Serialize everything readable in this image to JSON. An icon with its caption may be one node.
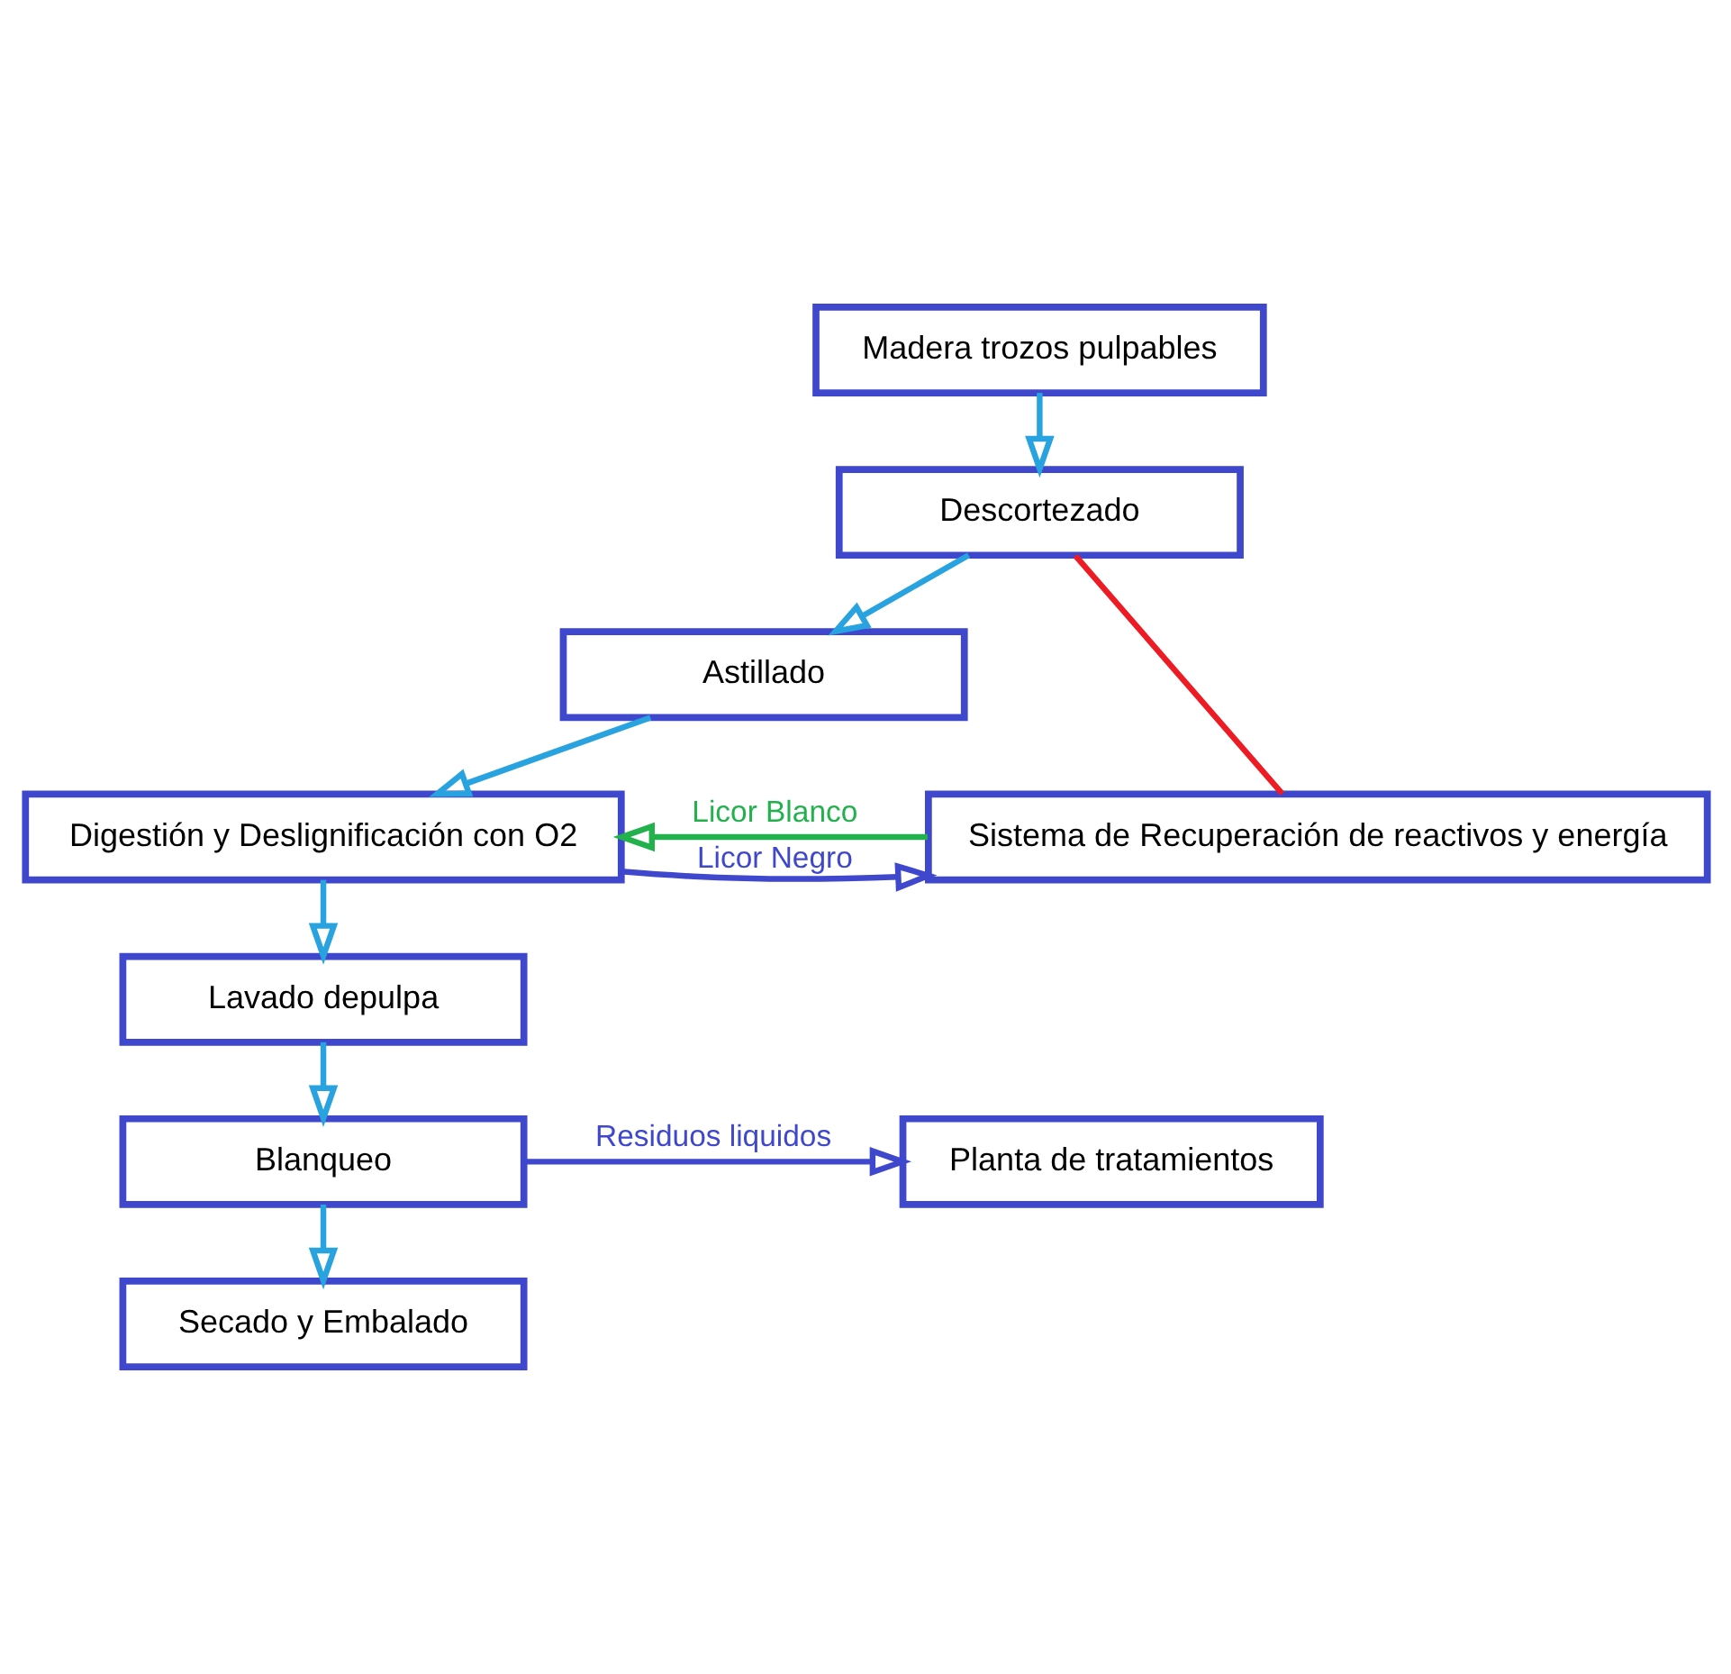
{
  "diagram": {
    "nodes": [
      {
        "text": [
          "Madera trozos pulpables"
        ]
      },
      {
        "text": [
          "Descortezado"
        ]
      },
      {
        "text": [
          "Astillado"
        ]
      },
      {
        "text": [
          "Digestión y Deslignificación con O2"
        ]
      },
      {
        "text": [
          "Lavado depulpa"
        ]
      },
      {
        "text": [
          "Blanqueo"
        ]
      },
      {
        "text": [
          "Secado y Embalado"
        ]
      },
      {
        "text": [
          "Sistema de Recuperación de reactivos y energía"
        ]
      },
      {
        "text": [
          "Planta de tratamientos"
        ]
      }
    ],
    "edges": [
      {
        "from": 0,
        "to": 1,
        "arrow": "to"
      },
      {
        "from": 1,
        "to": 2,
        "arrow": "to"
      },
      {
        "from": 2,
        "to": 3,
        "arrow": "to"
      },
      {
        "from": 3,
        "to": 7,
        "arrow": "to",
        "label": "Licor Negro",
        "color": "#3f48cc"
      },
      {
        "from": 7,
        "to": 3,
        "arrow": "to",
        "label": "Licor Blanco",
        "color": "#22b14c"
      },
      {
        "from": 1,
        "to": 7,
        "arrow": "none",
        "color": "#ed1c24"
      },
      {
        "from": 3,
        "to": 4,
        "arrow": "to"
      },
      {
        "from": 4,
        "to": 5,
        "arrow": "to"
      },
      {
        "from": 5,
        "to": 8,
        "arrow": "to",
        "label": "Residuos liquidos",
        "color": "#3f48cc"
      },
      {
        "from": 5,
        "to": 6,
        "arrow": "to"
      }
    ]
  }
}
